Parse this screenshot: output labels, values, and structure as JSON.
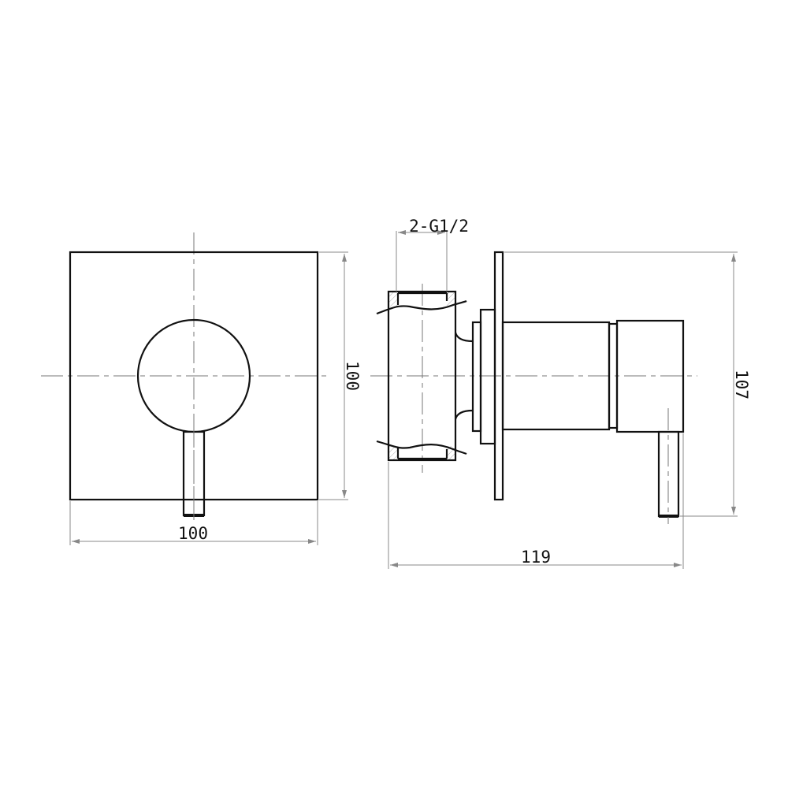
{
  "front_view": {
    "width_label": "100",
    "height_label": "100"
  },
  "side_view": {
    "thread_label": "2-G1/2",
    "height_label": "107",
    "depth_label": "119"
  },
  "colors": {
    "line": "#111111",
    "dimension": "#888888",
    "background": "#ffffff"
  }
}
